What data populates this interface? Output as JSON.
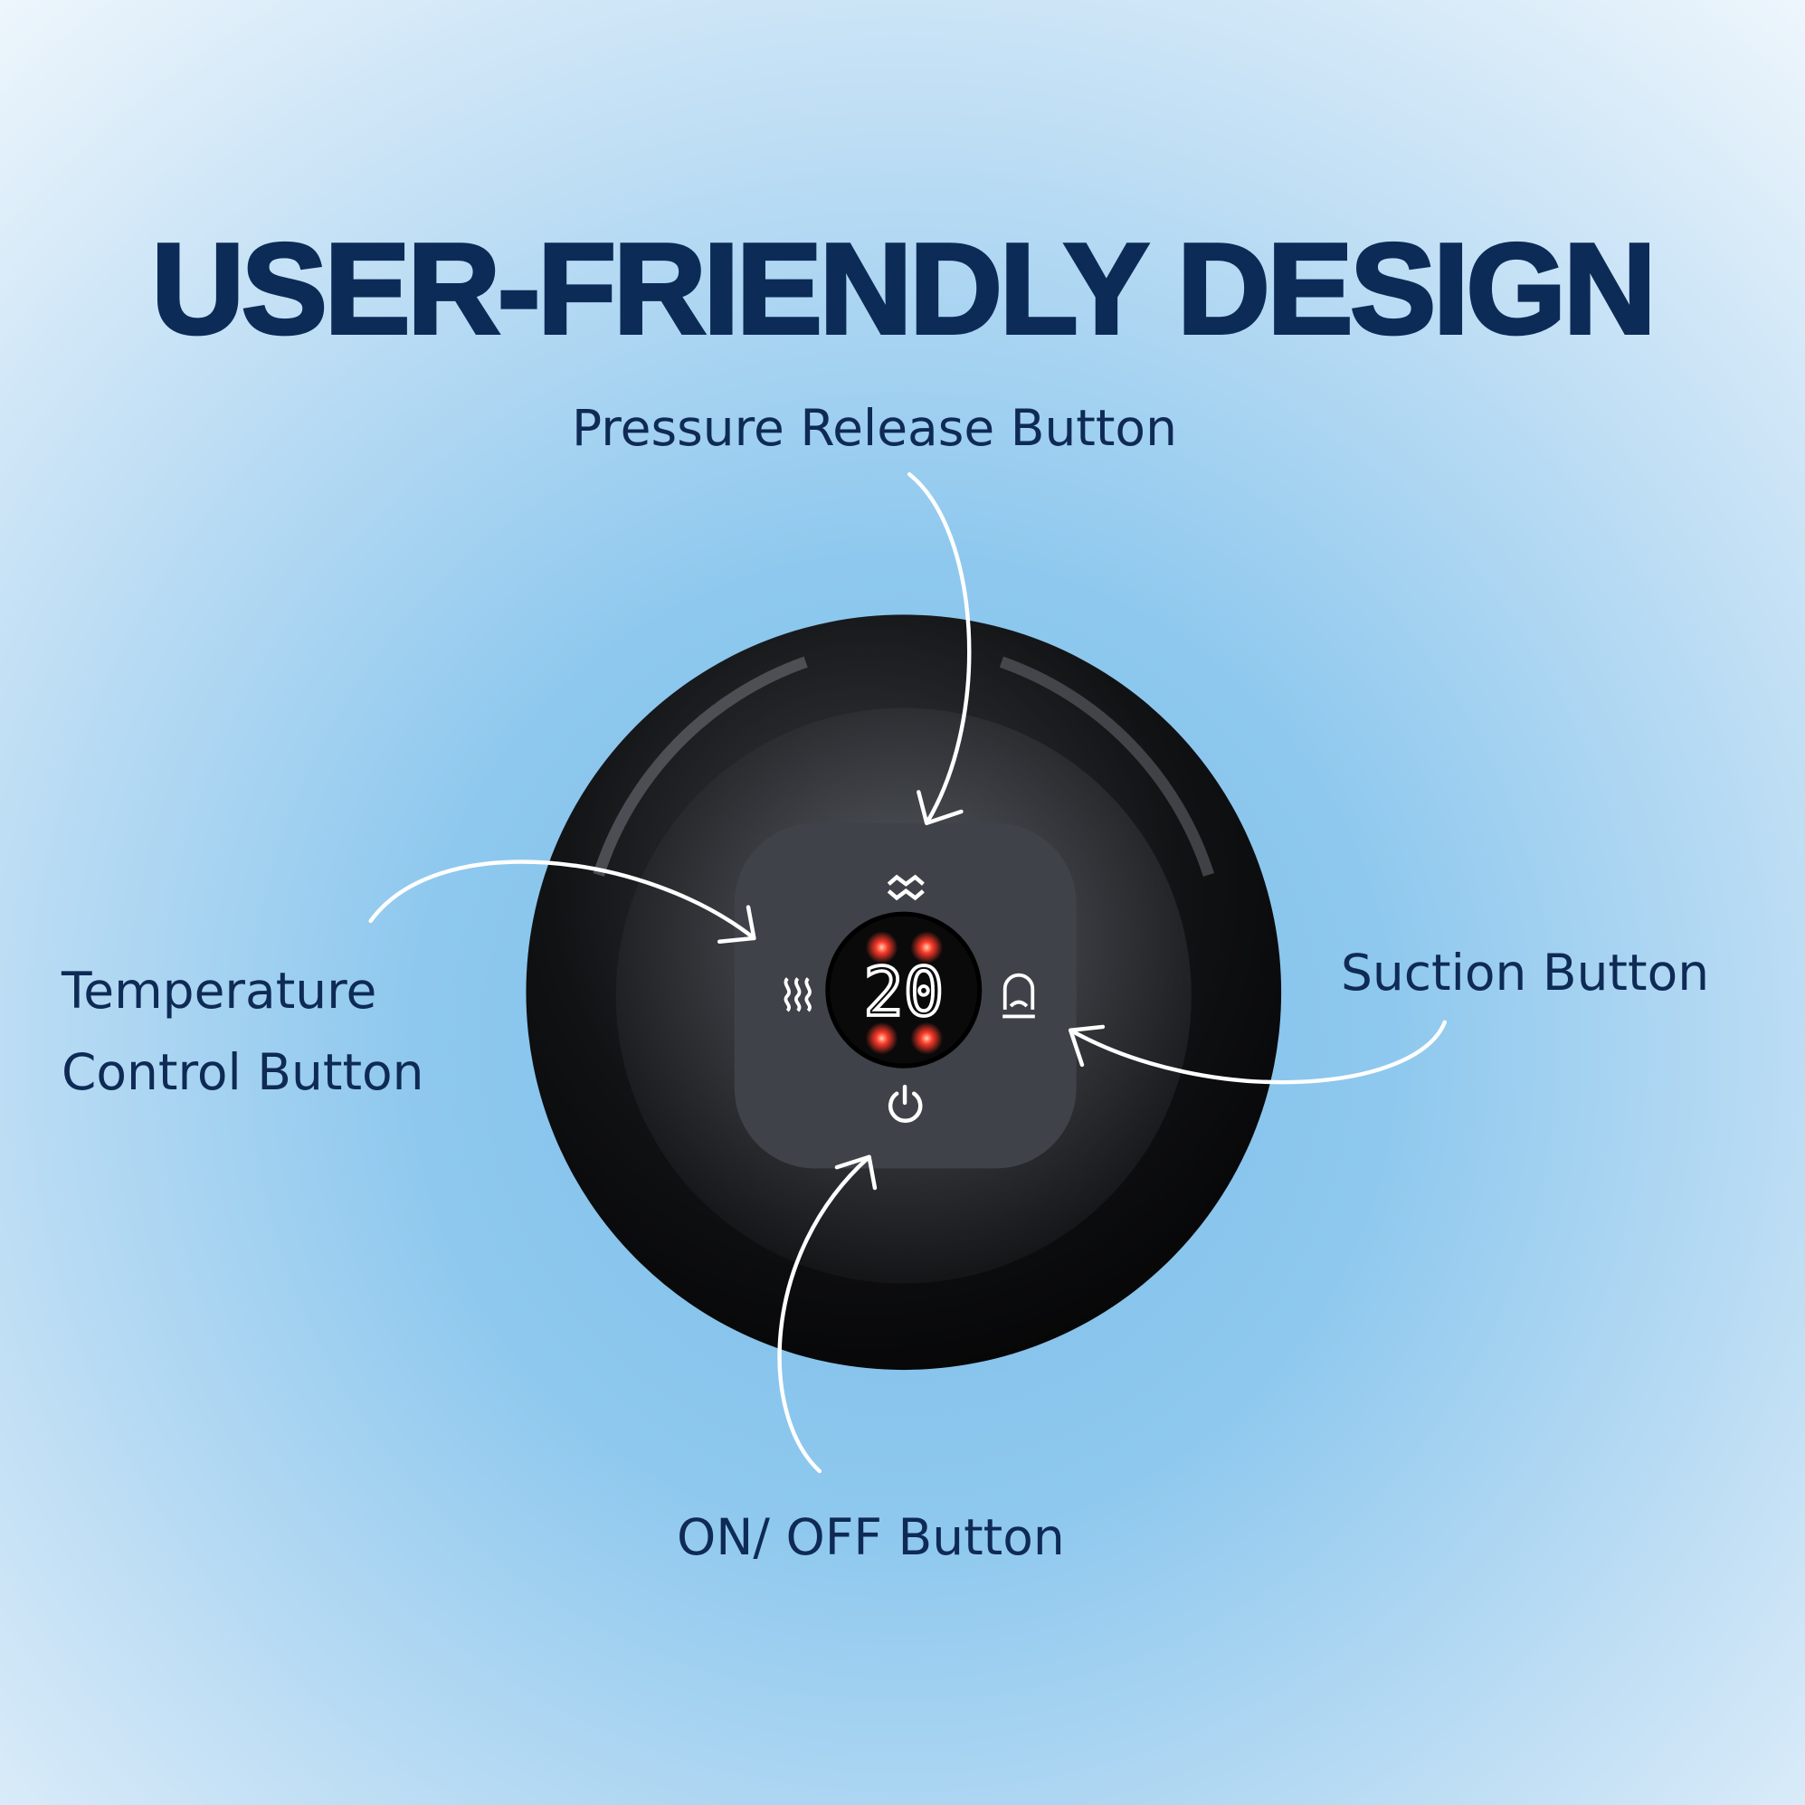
{
  "title": "USER-FRIENDLY DESIGN",
  "labels": {
    "pressure_release": "Pressure Release Button",
    "temperature_line1": "Temperature",
    "temperature_line2": "Control Button",
    "suction": "Suction Button",
    "power": "ON/ OFF Button"
  },
  "device": {
    "display_value": "20",
    "icons": [
      "pressure-release-icon",
      "heat-icon",
      "suction-cup-icon",
      "power-icon"
    ],
    "led_color": "#ff3b2a"
  },
  "colors": {
    "title": "#0c2b57",
    "label": "#0e2a55",
    "arrow": "#ffffff"
  }
}
